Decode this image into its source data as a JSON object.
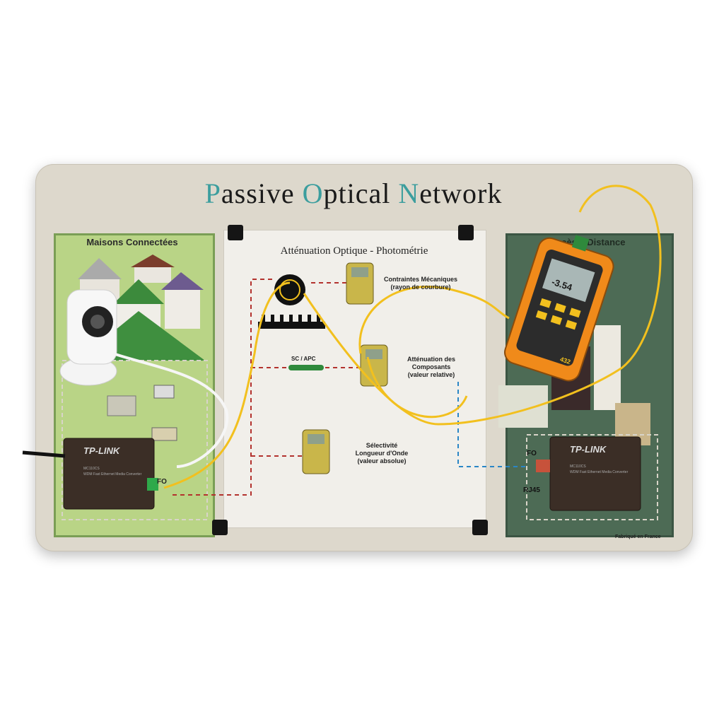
{
  "board": {
    "title_parts": [
      {
        "initial": "P",
        "rest": "assive "
      },
      {
        "initial": "O",
        "rest": "ptical "
      },
      {
        "initial": "N",
        "rest": "etwork"
      }
    ],
    "left_panel_title": "Maisons Connectées",
    "right_panel_title": "Accès à Distance",
    "right_panel_subtitle": "S      n",
    "center_title": "Atténuation Optique - Photométrie",
    "label_contraintes": "Contraintes Mécaniques",
    "label_contraintes_sub": "(rayon de courbure)",
    "label_attenuation": "Atténuation des",
    "label_attenuation_2": "Composants",
    "label_attenuation_sub": "(valeur relative)",
    "label_selectivite": "Sélectivité",
    "label_selectivite_2": "Longueur d'Onde",
    "label_selectivite_sub": "(valeur absolue)",
    "connector_label": "SC / APC",
    "fo_left": "FO",
    "fo_right": "FO",
    "rj45_right": "RJ45",
    "made_in": "Fabriqué en France"
  },
  "devices": {
    "left_converter_brand": "TP-LINK",
    "right_converter_brand": "TP-LINK",
    "converter_model": "MC110CS",
    "converter_desc": "WDM Fast Ethernet Media Converter",
    "meter_reading": "-3.54",
    "meter_model": "432"
  },
  "colors": {
    "fiber": "#f2c01e",
    "dashed_red": "#b3322e",
    "dashed_blue": "#2a86c6",
    "left_panel": "#b9d486",
    "right_panel": "#4d6b55",
    "meter_orange": "#f08a1a"
  }
}
